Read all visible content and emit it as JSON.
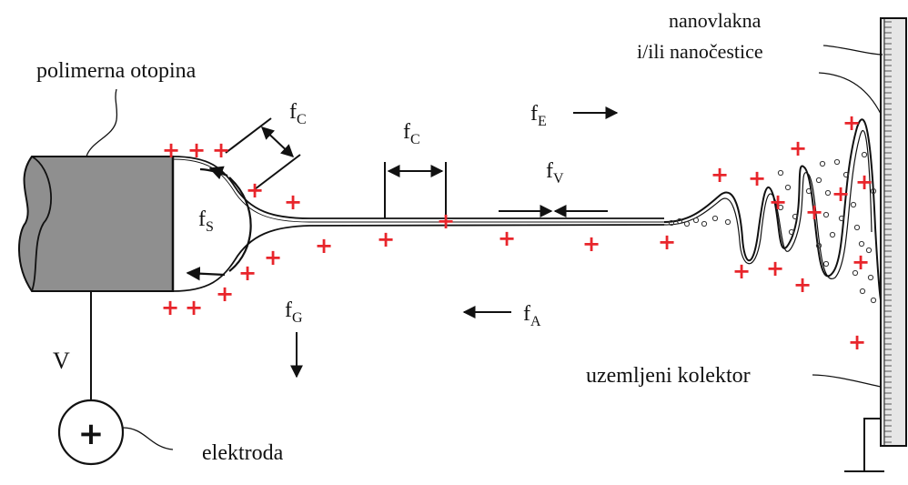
{
  "labels": {
    "solution": "polimerna otopina",
    "nano_line1": "nanovlakna",
    "nano_line2": "i/ili nanočestice",
    "collector": "uzemljeni kolektor",
    "electrode": "elektroda",
    "voltage": "V",
    "electrode_symbol": "+"
  },
  "forces": {
    "fC_1": {
      "main": "f",
      "sub": "C"
    },
    "fC_2": {
      "main": "f",
      "sub": "C"
    },
    "fE": {
      "main": "f",
      "sub": "E"
    },
    "fV": {
      "main": "f",
      "sub": "V"
    },
    "fS": {
      "main": "f",
      "sub": "S"
    },
    "fG": {
      "main": "f",
      "sub": "G"
    },
    "fA": {
      "main": "f",
      "sub": "A"
    }
  },
  "charge_symbol": "+",
  "colors": {
    "charge": "#e8252b",
    "nozzle_fill": "#8f8f8f",
    "line": "#111111",
    "collector_fill": "#e6e6e6"
  }
}
